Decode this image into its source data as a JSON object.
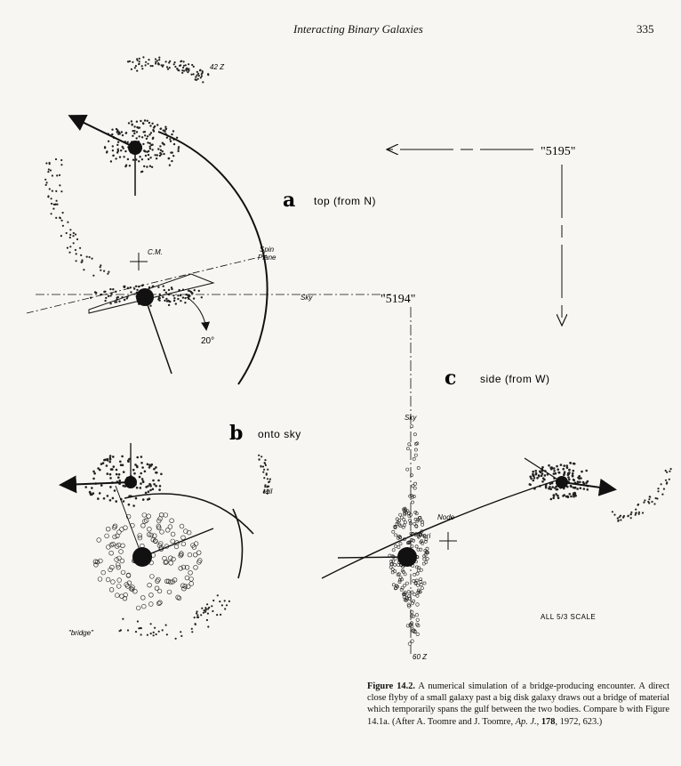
{
  "page": {
    "running_title": "Interacting Binary Galaxies",
    "page_number": "335"
  },
  "figure": {
    "panels": {
      "a": {
        "letter": "a",
        "label": "top (from N)"
      },
      "b": {
        "letter": "b",
        "label": "onto sky"
      },
      "c": {
        "letter": "c",
        "label": "side (from W)"
      }
    },
    "labels": {
      "ngc5195": "\"5195\"",
      "ngc5194": "\"5194\"",
      "cm": "C.M.",
      "spin_plane_1": "Spin",
      "spin_plane_2": "Plane",
      "sky_a": "Sky",
      "sky_c": "Sky",
      "angle": "20°",
      "time_a": "42 Z",
      "time_c": "60 Z",
      "tail": "tail",
      "bridge": "\"bridge\"",
      "node": "Node",
      "peri": "Peri",
      "scale": "ALL 5/3 SCALE"
    }
  },
  "caption": {
    "label": "Figure 14.2.",
    "text": "A numerical simulation of a bridge-producing encounter. A direct close flyby of a small galaxy past a big disk galaxy draws out a bridge of material which temporarily spans the gulf between the two bodies. Compare b with Figure 14.1a. (After A. Toomre and J. Toomre, ",
    "journal": "Ap. J.",
    "volume": "178",
    "tail": ", 1972, 623.)"
  }
}
